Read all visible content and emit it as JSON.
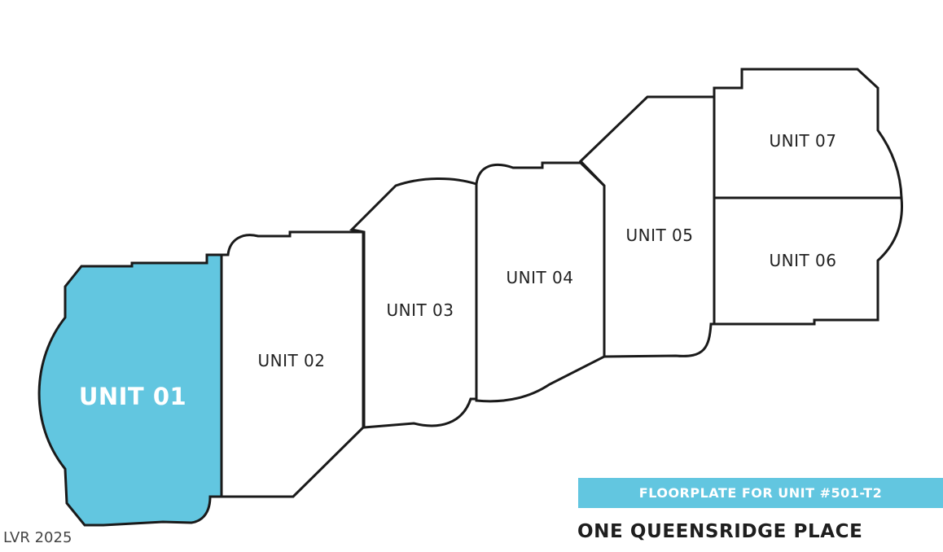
{
  "floorplate": {
    "highlight_color": "#62c6e0",
    "highlighted_unit": "UNIT 01",
    "units": [
      {
        "label": "UNIT 01",
        "highlighted": true
      },
      {
        "label": "UNIT 02",
        "highlighted": false
      },
      {
        "label": "UNIT 03",
        "highlighted": false
      },
      {
        "label": "UNIT 04",
        "highlighted": false
      },
      {
        "label": "UNIT 05",
        "highlighted": false
      },
      {
        "label": "UNIT 06",
        "highlighted": false
      },
      {
        "label": "UNIT 07",
        "highlighted": false
      }
    ]
  },
  "banner": {
    "text": "FLOORPLATE FOR UNIT #501-T2",
    "color": "#62c6e0"
  },
  "building": {
    "name": "ONE QUEENSRIDGE PLACE"
  },
  "watermark": {
    "text": "LVR 2025"
  }
}
